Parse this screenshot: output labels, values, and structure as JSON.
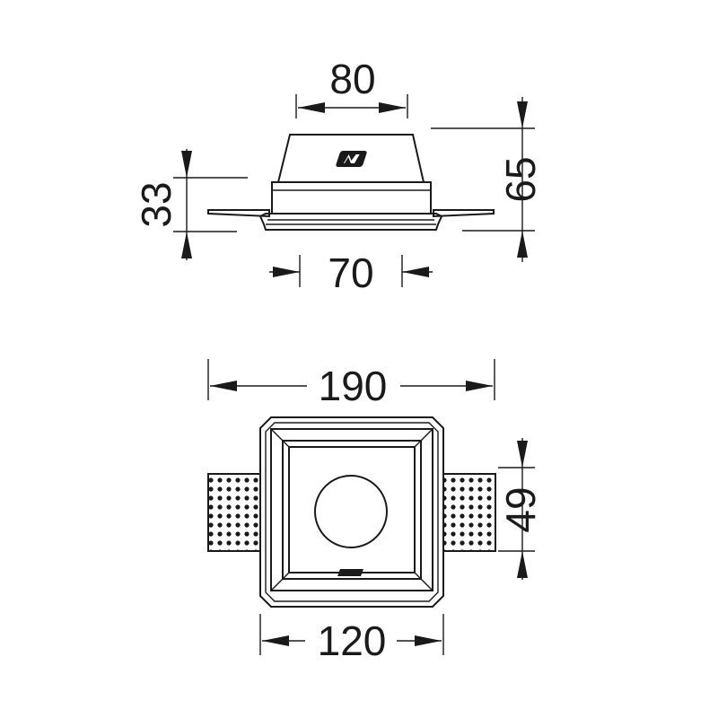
{
  "dimensions": {
    "top_width": "80",
    "side_height_left": "33",
    "side_height_right": "65",
    "bottom_width_top_view": "70",
    "overall_width": "190",
    "plan_height": "49",
    "plan_width": "120"
  },
  "colors": {
    "line": "#1a1a1a",
    "background": "#ffffff"
  },
  "icons": {
    "logo": "brand-logo-icon"
  }
}
